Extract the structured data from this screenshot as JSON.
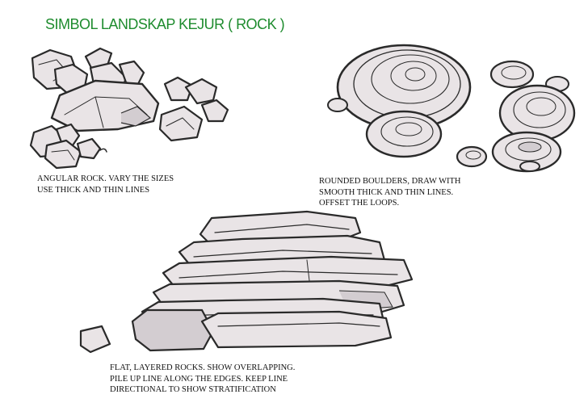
{
  "page": {
    "title": "SIMBOL LANDSKAP KEJUR ( ROCK )",
    "title_color": "#1e8c2e"
  },
  "sections": {
    "angular": {
      "lines": [
        "ANGULAR ROCK. VARY THE SIZES",
        "USE THICK AND THIN LINES"
      ]
    },
    "rounded": {
      "lines": [
        "ROUNDED BOULDERS, DRAW WITH",
        "SMOOTH THICK AND THIN LINES.",
        "OFFSET THE LOOPS."
      ]
    },
    "layered": {
      "lines": [
        "FLAT, LAYERED ROCKS. SHOW OVERLAPPING.",
        "PILE UP LINE ALONG THE EDGES. KEEP LINE",
        "DIRECTIONAL TO SHOW STRATIFICATION"
      ]
    }
  }
}
